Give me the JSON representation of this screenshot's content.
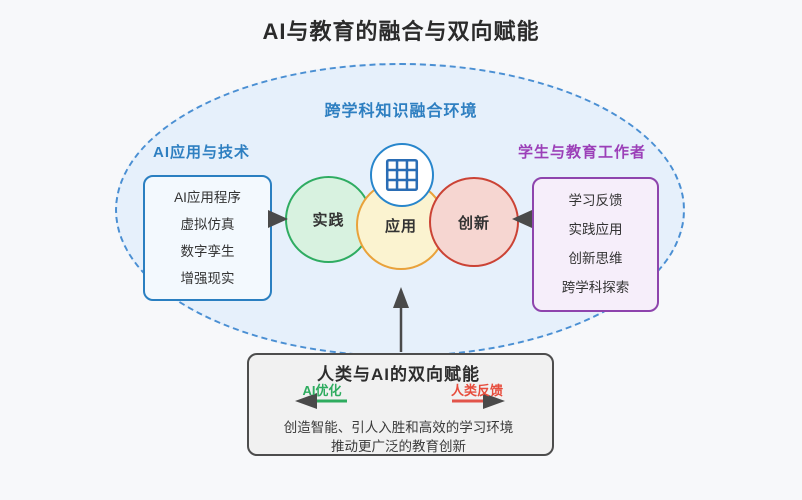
{
  "title": "AI与教育的融合与双向赋能",
  "environment": {
    "label": "跨学科知识融合环境"
  },
  "left_panel": {
    "label": "AI应用与技术",
    "items": [
      "AI应用程序",
      "虚拟仿真",
      "数字孪生",
      "增强现实"
    ]
  },
  "right_panel": {
    "label": "学生与教育工作者",
    "items": [
      "学习反馈",
      "实践应用",
      "创新思维",
      "跨学科探索"
    ]
  },
  "circles": [
    {
      "label": "实践"
    },
    {
      "label": "应用"
    },
    {
      "label": "创新"
    }
  ],
  "icons": {
    "hub": "grid-icon"
  },
  "bottom_box": {
    "title": "人类与AI的双向赋能",
    "left_arrow_label": "AI优化",
    "right_arrow_label": "人类反馈",
    "lines": [
      "创造智能、引人入胜和高效的学习环境",
      "推动更广泛的教育创新"
    ]
  },
  "colors": {
    "background": "#f7f8fa",
    "ellipse_fill": "#e6f0fb",
    "ellipse_border": "#4a8fd3",
    "blue_text": "#2e7fc1",
    "purple_text": "#9b3fb8",
    "purple_border": "#8e44ad",
    "green_border": "#2fac62",
    "green_fill": "#d8f2e0",
    "yellow_border": "#e9a23b",
    "yellow_fill": "#fbf3d0",
    "red_border": "#cb4335",
    "red_fill": "#f6d6d1",
    "green_arrow": "#2eac5f",
    "red_arrow": "#e74c3c",
    "dark_arrow": "#4a4a4a",
    "gray_box_fill": "#f1f1f1",
    "gray_box_border": "#4d4d4d"
  }
}
